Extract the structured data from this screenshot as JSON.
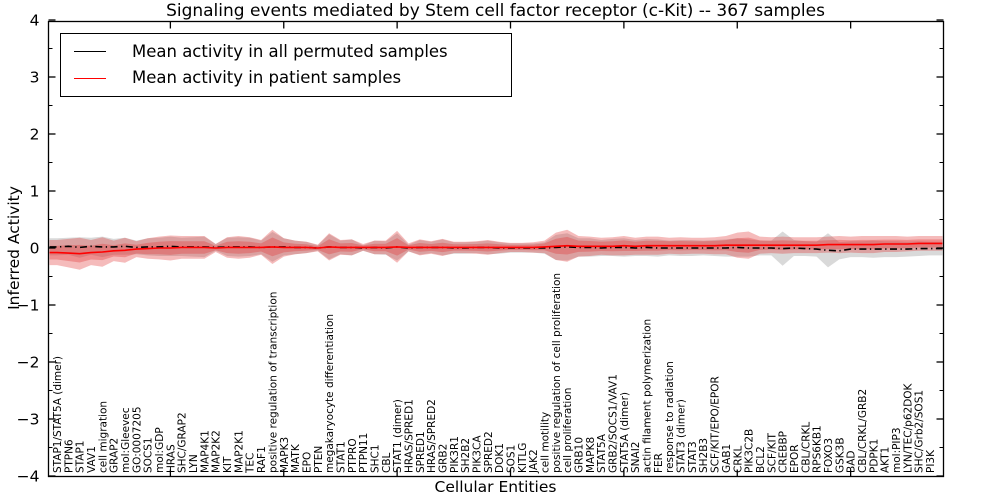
{
  "figure": {
    "title": "Signaling events mediated by Stem cell factor receptor (c-Kit) -- 367 samples"
  },
  "legend": {
    "items": [
      {
        "label": "Mean activity in all permuted samples",
        "color": "#000000"
      },
      {
        "label": "Mean activity in patient samples",
        "color": "#ff0000"
      }
    ]
  },
  "axes": {
    "xlabel": "Cellular Entities",
    "ylabel": "Inferred Activity"
  },
  "chart_data": {
    "type": "line",
    "title": "Signaling events mediated by Stem cell factor receptor (c-Kit) -- 367 samples",
    "xlabel": "Cellular Entities",
    "ylabel": "Inferred Activity",
    "ylim": [
      -4,
      4
    ],
    "yticks": [
      -4,
      -3,
      -2,
      -1,
      0,
      1,
      2,
      3,
      4
    ],
    "yticks_minor": [
      -3.5,
      -2.5,
      -1.5,
      -0.5,
      0.5,
      1.5,
      2.5,
      3.5
    ],
    "xtick_indices": [
      10,
      20,
      30,
      40,
      50,
      60,
      70
    ],
    "grid": false,
    "legend_position": "upper left",
    "categories": [
      "STAP1/STAT5A (dimer)",
      "PTPN6",
      "STAP1",
      "VAV1",
      "cell migration",
      "GRAP2",
      "mol:Gleevec",
      "GO:0007205",
      "SOCS1",
      "mol:GDP",
      "HRAS",
      "SHC/GRAP2",
      "LYN",
      "MAP4K1",
      "MAP2K2",
      "KIT",
      "MAP2K1",
      "TEC",
      "RAF1",
      "positive regulation of transcription",
      "MAPK3",
      "MATK",
      "EPO",
      "PTEN",
      "megakaryocyte differentiation",
      "STAT1",
      "PTPRO",
      "PTPN11",
      "SHC1",
      "CBL",
      "STAT1 (dimer)",
      "HRAS/SPRED1",
      "SPRED1",
      "HRAS/SPRED2",
      "GRB2",
      "PIK3R1",
      "SH2B2",
      "PIK3CA",
      "SPRED2",
      "DOK1",
      "SOS1",
      "KITLG",
      "JAK2",
      "cell motility",
      "positive regulation of cell proliferation",
      "cell proliferation",
      "GRB10",
      "MAPK8",
      "STAT5A",
      "GRB2/SOCS1/VAV1",
      "STAT5A (dimer)",
      "SNAI2",
      "actin filament polymerization",
      "FER",
      "response to radiation",
      "STAT3 (dimer)",
      "STAT3",
      "SH2B3",
      "SCF/KIT/EPO/EPOR",
      "GAB1",
      "CRKL",
      "PIK3C2B",
      "BCL2",
      "SCF/KIT",
      "CREBBP",
      "EPOR",
      "CBL/CRKL",
      "RPS6KB1",
      "FOXO3",
      "GSK3B",
      "BAD",
      "CBL/CRKL/GRB2",
      "PDPK1",
      "AKT1",
      "mol:PIP3",
      "LYN/TEC/p62DOK",
      "SHC/Grb2/SOS1",
      "PI3K"
    ],
    "series": [
      {
        "name": "Mean activity in all permuted samples",
        "color": "#000000",
        "line_style": "dashdot",
        "values": [
          0.02,
          0.03,
          0.01,
          0.03,
          0.02,
          0.02,
          0.03,
          0.01,
          0.02,
          0.02,
          0.03,
          0.02,
          0.02,
          0.02,
          0.01,
          0.02,
          0.02,
          0.02,
          0.01,
          0.02,
          0.02,
          0.01,
          0.01,
          0.0,
          0.02,
          0.01,
          0.01,
          0.0,
          0.01,
          0.0,
          0.02,
          0.0,
          0.01,
          0.01,
          0.01,
          0.0,
          0.0,
          0.01,
          0.01,
          0.0,
          0.0,
          0.0,
          0.0,
          0.0,
          0.01,
          0.02,
          0.01,
          0.01,
          0.0,
          0.01,
          0.01,
          0.0,
          0.01,
          0.0,
          0.0,
          0.0,
          0.0,
          0.0,
          0.0,
          0.0,
          0.01,
          0.0,
          0.0,
          0.0,
          -0.01,
          0.0,
          -0.01,
          -0.02,
          -0.04,
          -0.05,
          -0.02,
          -0.02,
          -0.02,
          -0.02,
          -0.02,
          -0.02,
          -0.01,
          -0.01
        ]
      },
      {
        "name": "Mean activity in patient samples",
        "color": "#ff0000",
        "line_style": "solid",
        "values": [
          -0.08,
          -0.09,
          -0.1,
          -0.08,
          -0.07,
          -0.05,
          -0.04,
          -0.02,
          -0.01,
          0.0,
          0.0,
          0.01,
          0.01,
          0.01,
          0.0,
          0.01,
          0.01,
          0.01,
          0.01,
          0.02,
          0.01,
          0.01,
          0.01,
          0.0,
          0.02,
          0.01,
          0.01,
          0.01,
          0.01,
          0.01,
          0.02,
          0.01,
          0.01,
          0.01,
          0.01,
          0.01,
          0.01,
          0.01,
          0.01,
          0.01,
          0.01,
          0.01,
          0.01,
          0.02,
          0.03,
          0.04,
          0.03,
          0.03,
          0.03,
          0.03,
          0.04,
          0.03,
          0.04,
          0.04,
          0.04,
          0.04,
          0.04,
          0.04,
          0.04,
          0.05,
          0.05,
          0.05,
          0.05,
          0.05,
          0.05,
          0.05,
          0.05,
          0.05,
          0.06,
          0.06,
          0.06,
          0.06,
          0.06,
          0.07,
          0.07,
          0.07,
          0.08,
          0.08
        ]
      }
    ],
    "bands": [
      {
        "name": "permuted-sample-range",
        "color": "#9a9a9a",
        "opacity": 0.38,
        "center_series": 0,
        "half_widths": [
          0.15,
          0.15,
          0.18,
          0.15,
          0.18,
          0.14,
          0.15,
          0.12,
          0.15,
          0.16,
          0.17,
          0.16,
          0.17,
          0.18,
          0.06,
          0.16,
          0.17,
          0.16,
          0.12,
          0.26,
          0.15,
          0.12,
          0.1,
          0.05,
          0.22,
          0.12,
          0.14,
          0.05,
          0.12,
          0.12,
          0.24,
          0.06,
          0.13,
          0.1,
          0.14,
          0.1,
          0.1,
          0.1,
          0.12,
          0.1,
          0.08,
          0.08,
          0.08,
          0.1,
          0.22,
          0.24,
          0.16,
          0.16,
          0.14,
          0.15,
          0.16,
          0.14,
          0.15,
          0.15,
          0.13,
          0.14,
          0.14,
          0.13,
          0.14,
          0.15,
          0.16,
          0.15,
          0.13,
          0.13,
          0.3,
          0.14,
          0.13,
          0.13,
          0.3,
          0.15,
          0.14,
          0.14,
          0.15,
          0.14,
          0.14,
          0.13,
          0.13,
          0.12
        ]
      },
      {
        "name": "patient-sample-range",
        "color": "#e03030",
        "opacity": 0.33,
        "inner_scale": 0.55,
        "center_series": 1,
        "half_widths": [
          0.22,
          0.25,
          0.28,
          0.22,
          0.26,
          0.18,
          0.22,
          0.14,
          0.18,
          0.2,
          0.22,
          0.2,
          0.2,
          0.2,
          0.07,
          0.18,
          0.2,
          0.18,
          0.13,
          0.3,
          0.16,
          0.12,
          0.1,
          0.06,
          0.24,
          0.13,
          0.14,
          0.06,
          0.12,
          0.12,
          0.28,
          0.07,
          0.14,
          0.11,
          0.15,
          0.1,
          0.1,
          0.11,
          0.13,
          0.1,
          0.08,
          0.08,
          0.09,
          0.11,
          0.24,
          0.28,
          0.18,
          0.17,
          0.15,
          0.16,
          0.17,
          0.15,
          0.16,
          0.16,
          0.14,
          0.15,
          0.14,
          0.14,
          0.15,
          0.16,
          0.22,
          0.24,
          0.15,
          0.14,
          0.15,
          0.14,
          0.14,
          0.14,
          0.14,
          0.15,
          0.14,
          0.15,
          0.15,
          0.14,
          0.14,
          0.13,
          0.13,
          0.13
        ]
      }
    ]
  }
}
